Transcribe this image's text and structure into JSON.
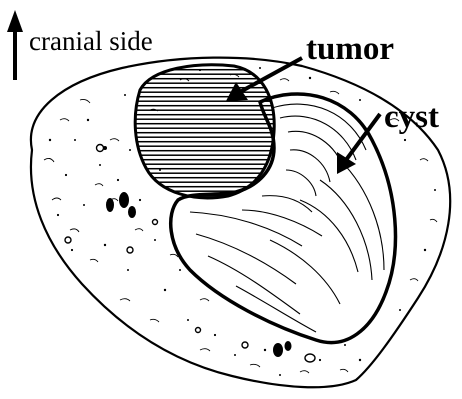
{
  "labels": {
    "orientation": "cranial side",
    "tumor": "tumor",
    "cyst": "cyst"
  },
  "colors": {
    "ink": "#000000",
    "paper": "#ffffff"
  }
}
